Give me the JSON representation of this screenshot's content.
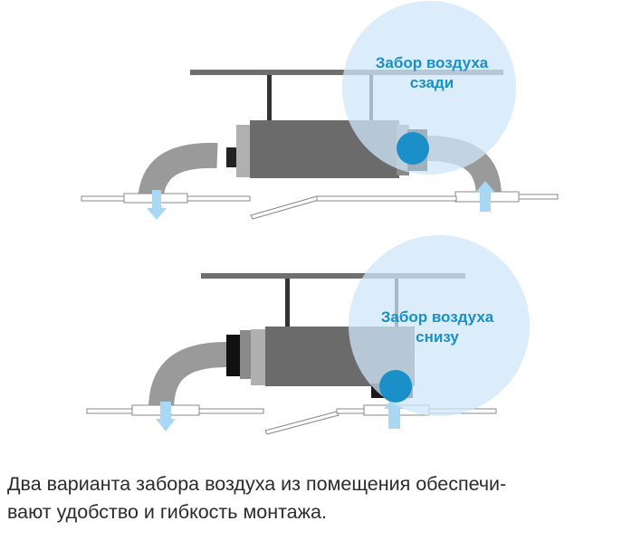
{
  "labels": {
    "top": [
      "Забор воздуха",
      "сзади"
    ],
    "bottom": [
      "Забор воздуха",
      "снизу"
    ]
  },
  "caption": [
    "Два варианта забора воздуха из помещения обеспечи-",
    "вают удобство и гибкость монтажа."
  ],
  "colors": {
    "highlight": "#cfe7f8",
    "label": "#1a8fc8",
    "arrow": "#a9d8f5",
    "accent": "#1a8fc8",
    "unit": "#6b6b6b",
    "duct": "#9a9a9a",
    "rail": "#6e6e6e"
  }
}
